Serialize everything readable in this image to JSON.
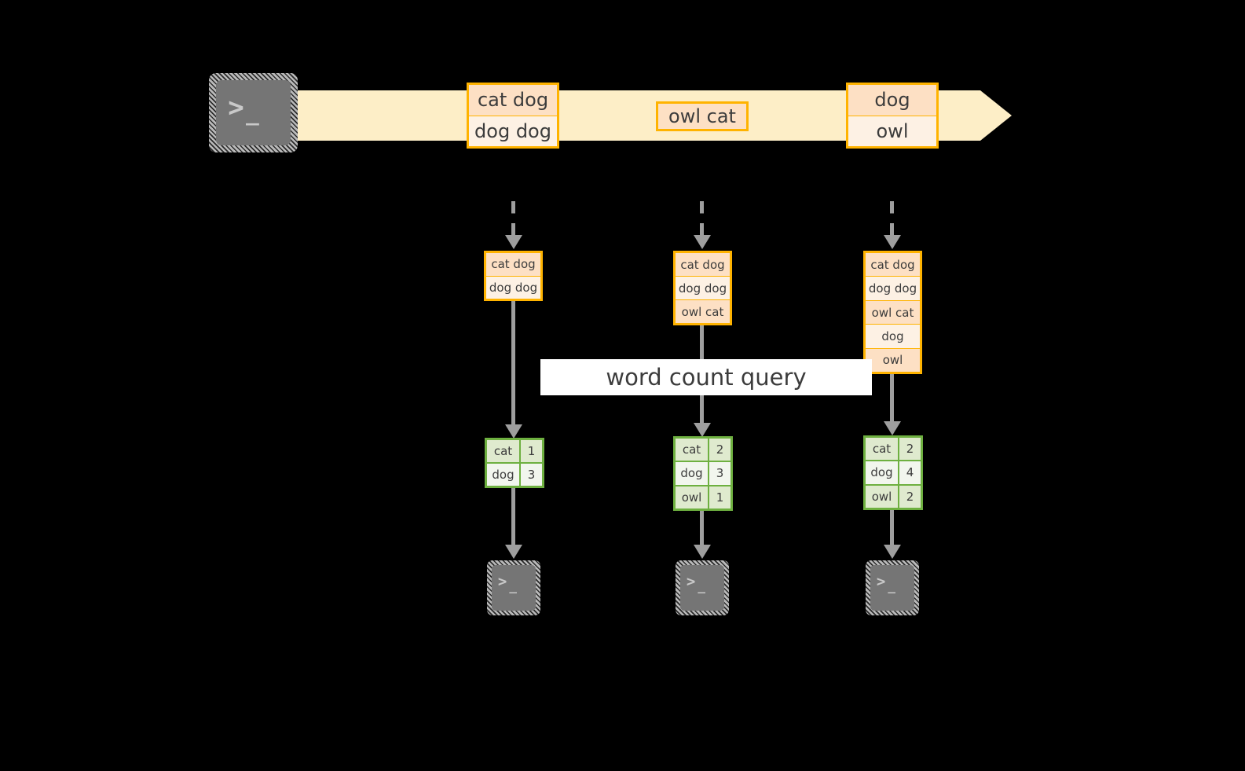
{
  "diagram": {
    "title": "word count streaming query",
    "colors": {
      "background": "#000000",
      "stream_band": "#fdeec7",
      "event_border": "#ffb300",
      "event_fill_dark": "#fde0c4",
      "event_fill_light": "#fdf1e4",
      "result_border": "#6eb040",
      "result_fill_dark": "#dfeace",
      "result_fill_light": "#f2f6ee",
      "connector": "#9e9e9e",
      "terminal_body": "#757575",
      "label_background": "#ffffff",
      "text": "#3c3c3c"
    }
  },
  "source": {
    "icon": "terminal-icon",
    "prompt_glyph": ">",
    "cursor_glyph": "_"
  },
  "stream": {
    "direction": "left-to-right",
    "arrow_icon": "stream-arrow-icon",
    "events": [
      {
        "id": "event-batch-1",
        "lines": [
          {
            "text": "cat dog",
            "tone": "dark"
          },
          {
            "text": "dog dog",
            "tone": "light"
          }
        ]
      },
      {
        "id": "event-batch-2",
        "lines": [
          {
            "text": "owl cat",
            "tone": "dark"
          }
        ]
      },
      {
        "id": "event-batch-3",
        "lines": [
          {
            "text": "dog",
            "tone": "dark"
          },
          {
            "text": "owl",
            "tone": "light"
          }
        ]
      }
    ]
  },
  "query": {
    "label": "word count query"
  },
  "triggers": [
    {
      "id": "trigger-1",
      "input": {
        "lines": [
          {
            "text": "cat dog",
            "tone": "dark"
          },
          {
            "text": "dog dog",
            "tone": "light"
          }
        ]
      },
      "result": {
        "rows": [
          {
            "word": "cat",
            "count": "1",
            "tone": "dark"
          },
          {
            "word": "dog",
            "count": "3",
            "tone": "light"
          }
        ]
      },
      "sink": {
        "icon": "terminal-icon",
        "prompt_glyph": ">",
        "cursor_glyph": "_"
      }
    },
    {
      "id": "trigger-2",
      "input": {
        "lines": [
          {
            "text": "cat dog",
            "tone": "dark"
          },
          {
            "text": "dog dog",
            "tone": "light"
          },
          {
            "text": "owl cat",
            "tone": "dark"
          }
        ]
      },
      "result": {
        "rows": [
          {
            "word": "cat",
            "count": "2",
            "tone": "dark"
          },
          {
            "word": "dog",
            "count": "3",
            "tone": "light"
          },
          {
            "word": "owl",
            "count": "1",
            "tone": "dark"
          }
        ]
      },
      "sink": {
        "icon": "terminal-icon",
        "prompt_glyph": ">",
        "cursor_glyph": "_"
      }
    },
    {
      "id": "trigger-3",
      "input": {
        "lines": [
          {
            "text": "cat dog",
            "tone": "dark"
          },
          {
            "text": "dog dog",
            "tone": "light"
          },
          {
            "text": "owl cat",
            "tone": "dark"
          },
          {
            "text": "dog",
            "tone": "light"
          },
          {
            "text": "owl",
            "tone": "dark"
          }
        ]
      },
      "result": {
        "rows": [
          {
            "word": "cat",
            "count": "2",
            "tone": "dark"
          },
          {
            "word": "dog",
            "count": "4",
            "tone": "light"
          },
          {
            "word": "owl",
            "count": "2",
            "tone": "dark"
          }
        ]
      },
      "sink": {
        "icon": "terminal-icon",
        "prompt_glyph": ">",
        "cursor_glyph": "_"
      }
    }
  ]
}
